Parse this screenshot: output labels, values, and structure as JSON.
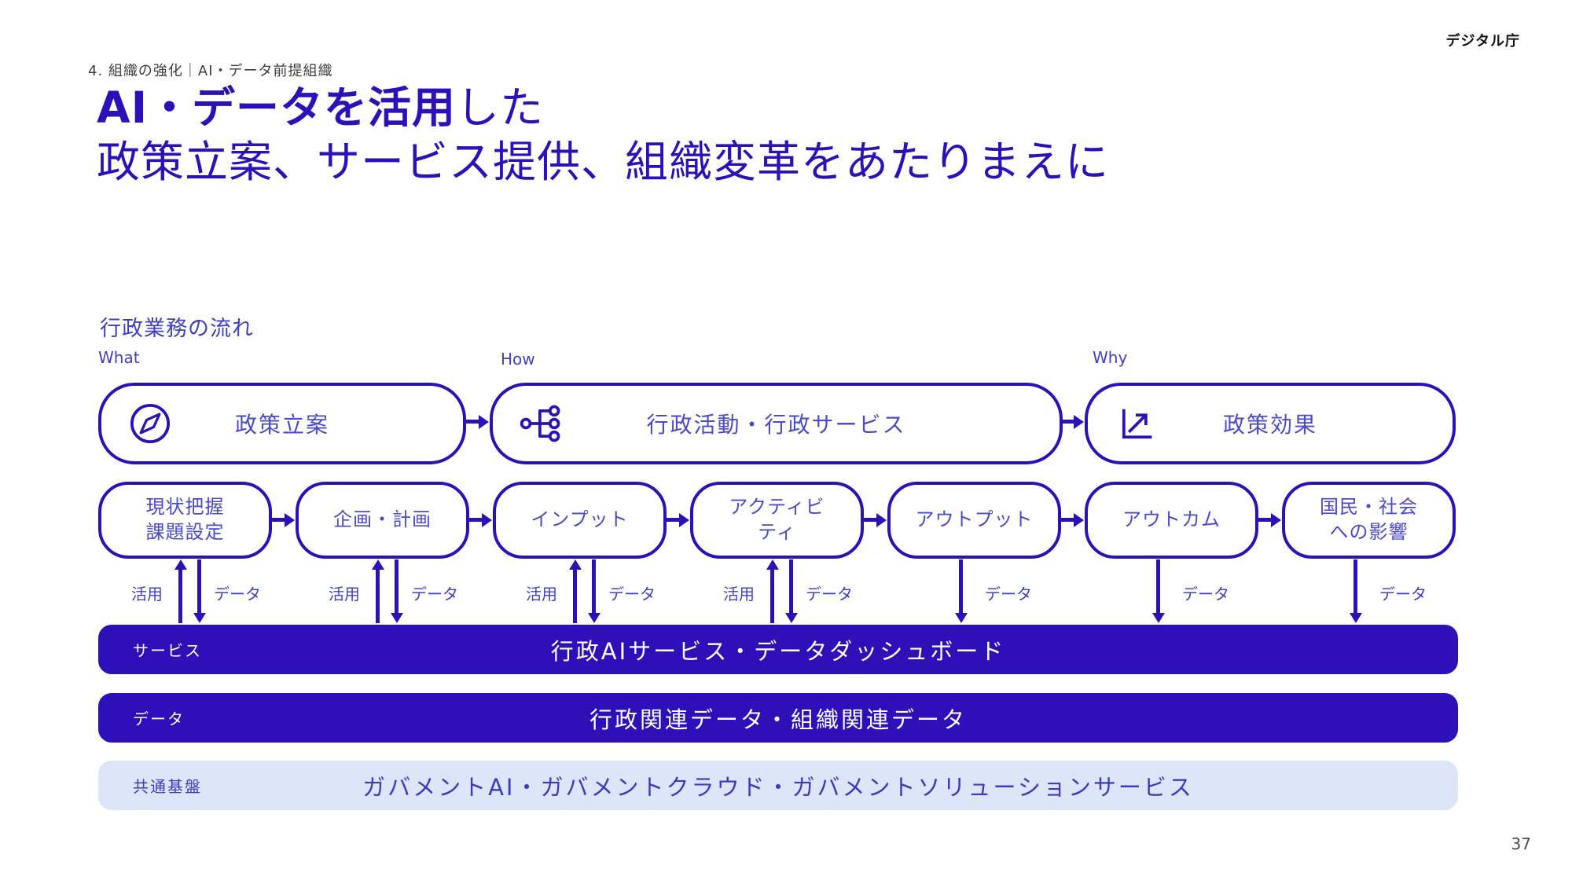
{
  "colors": {
    "primary": "#2E10B8",
    "boxText": "#4A4ACB",
    "labelBlue": "#4040C4",
    "lightBarBg": "#DDE5F8",
    "lightBarText": "#3B3BC0",
    "textDark": "#3C3C3C"
  },
  "header": {
    "breadcrumb": "4. 組織の強化｜AI・データ前提組織",
    "agency": "デジタル庁"
  },
  "title": {
    "line1_bold": "AI・データを活用",
    "line1_rest": "した",
    "line2": "政策立案、サービス提供、組織変革をあたりまえに"
  },
  "flow": {
    "section_label": "行政業務の流れ",
    "column_labels": {
      "what": "What",
      "how": "How",
      "why": "Why"
    },
    "top_boxes": [
      {
        "icon": "compass-icon",
        "label": "政策立案"
      },
      {
        "icon": "branch-icon",
        "label": "行政活動・行政サービス"
      },
      {
        "icon": "trend-up-icon",
        "label": "政策効果"
      }
    ],
    "process_boxes": [
      {
        "line1": "現状把握",
        "line2": "課題設定"
      },
      {
        "line1": "企画・計画"
      },
      {
        "line1": "インプット"
      },
      {
        "line1": "アクティビ",
        "line2": "ティ"
      },
      {
        "line1": "アウトプット"
      },
      {
        "line1": "アウトカム"
      },
      {
        "line1": "国民・社会",
        "line2": "への影響"
      }
    ],
    "arrow_labels": {
      "up": "活用",
      "down": "データ"
    }
  },
  "layers": [
    {
      "label": "サービス",
      "text": "行政AIサービス・データダッシュボード"
    },
    {
      "label": "データ",
      "text": "行政関連データ・組織関連データ"
    },
    {
      "label": "共通基盤",
      "text": "ガバメントAI・ガバメントクラウド・ガバメントソリューションサービス"
    }
  ],
  "footer": {
    "page_number": "37"
  }
}
